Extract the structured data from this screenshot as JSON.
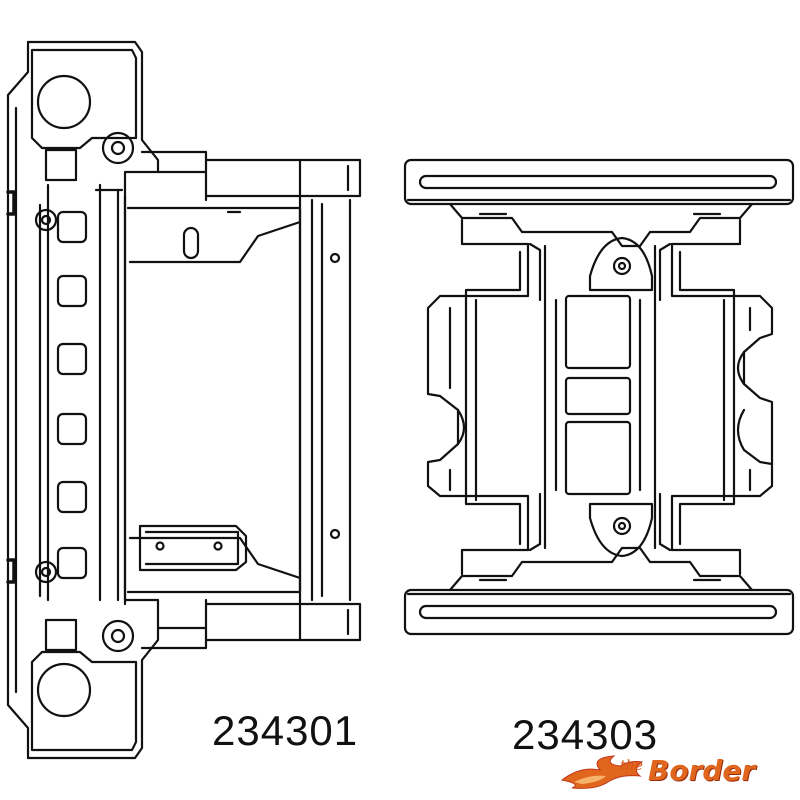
{
  "parts": [
    {
      "id": "part-a",
      "number": "234301"
    },
    {
      "id": "part-b",
      "number": "234303"
    }
  ],
  "logo": {
    "prefix": "the",
    "word": "Border"
  },
  "colors": {
    "line": "#111111",
    "flame": "#e0661e",
    "flame_dark": "#c2361a"
  }
}
